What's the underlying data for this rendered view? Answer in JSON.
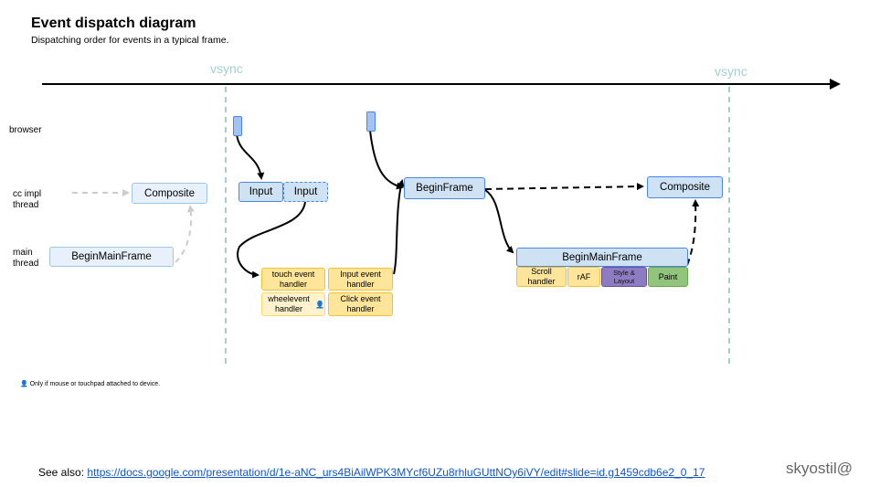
{
  "title": "Event dispatch diagram",
  "subtitle": "Dispatching order for events in a typical frame.",
  "vsync_left": "vsync",
  "vsync_right": "vsync",
  "lanes": {
    "browser": "browser",
    "cc_impl_1": "cc impl",
    "cc_impl_2": "thread",
    "main_1": "main",
    "main_2": "thread"
  },
  "boxes": {
    "composite_prev": "Composite",
    "begin_main_frame_prev": "BeginMainFrame",
    "input_1": "Input",
    "input_2": "Input",
    "begin_frame": "BeginFrame",
    "composite_next": "Composite",
    "begin_main_frame": "BeginMainFrame",
    "touch_handler": "touch event handler",
    "input_handler": "Input event handler",
    "wheel_handler": "wheelevent handler",
    "click_handler": "Click event handler",
    "scroll_handler": "Scroll handler",
    "raf": "rAF",
    "style_layout": "Style & Layout",
    "paint": "Paint"
  },
  "footnote": "Only if mouse or touchpad attached to device.",
  "see_also_label": "See also:",
  "see_also_url": "https://docs.google.com/presentation/d/1e-aNC_urs4BiAilWPK3MYcf6UZu8rhluGUttNOy6iVY/edit#slide=id.g1459cdb6e2_0_17",
  "signature": "skyostil@",
  "icons": {
    "person": "person-icon"
  },
  "colors": {
    "vsync": "#a7cfc9",
    "blue_fill": "#cfe2f3",
    "blue_border": "#4a86e8",
    "yellow_fill": "#ffe599",
    "purple_fill": "#8e7cc3",
    "green_fill": "#93c47d"
  }
}
